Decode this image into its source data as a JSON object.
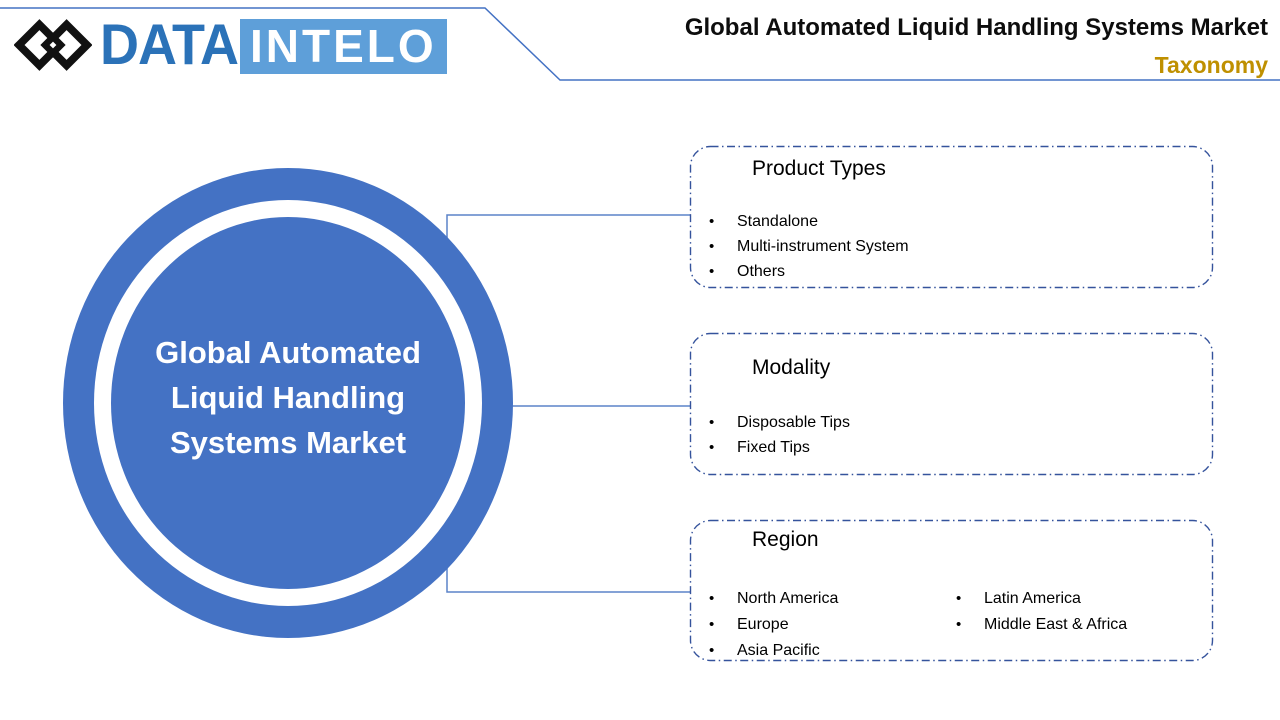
{
  "header": {
    "logo": {
      "icon": "interlocked-diamonds-icon",
      "part1": "DATA",
      "part2": "INTELO"
    },
    "title": "Global Automated Liquid Handling Systems Market",
    "subtitle": "Taxonomy"
  },
  "diagram": {
    "center_circle": {
      "lines": [
        "Global Automated",
        "Liquid Handling",
        "Systems Market"
      ],
      "full_text": "Global Automated Liquid Handling Systems Market"
    },
    "boxes": [
      {
        "heading": "Product Types",
        "items": [
          "Standalone",
          "Multi-instrument System",
          "Others"
        ]
      },
      {
        "heading": "Modality",
        "items": [
          "Disposable Tips",
          "Fixed Tips"
        ]
      },
      {
        "heading": "Region",
        "columns": [
          [
            "North America",
            "Europe",
            "Asia Pacific"
          ],
          [
            "Latin America",
            "Middle East & Africa"
          ]
        ]
      }
    ]
  },
  "colors": {
    "circle_blue": "#4472C4",
    "connector_blue": "#5B83C9",
    "box_border_blue": "#35539C",
    "header_rule_blue": "#4472C4",
    "taxonomy_gold": "#BF9000",
    "logo_data_blue": "#2B72B8",
    "logo_intelo_bg": "#5E9FD9",
    "logo_icon_black": "#111111"
  }
}
